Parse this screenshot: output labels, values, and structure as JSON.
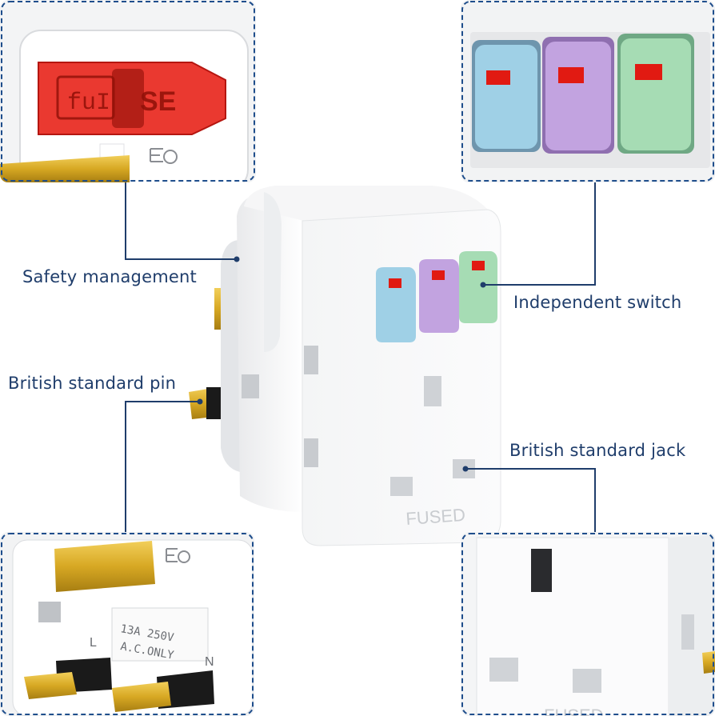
{
  "callouts": {
    "safety": "Safety management",
    "switch": "Independent switch",
    "pin": "British standard pin",
    "jack": "British standard jack"
  },
  "fuse_cover": {
    "left_text": "fuI",
    "right_text": "SE"
  },
  "plug_body": {
    "embossed_text": "FUSED"
  },
  "pin_detail": {
    "rating_text": "13A 250V",
    "ac_text": "A.C.ONLY",
    "live_letter": "L",
    "neutral_letter": "N"
  },
  "jack_detail": {
    "embossed_text": "FUSED"
  },
  "colors": {
    "callout_text": "#1f3d6b",
    "frame_dash": "#1f4e8c",
    "switch_blue": "#9fd0e6",
    "switch_purple": "#c2a3e0",
    "switch_green": "#a6dcb4",
    "fuse_red": "#e8281e",
    "pin_brass": "#d8a923"
  },
  "icons": [
    "bs-kitemark-icon",
    "pin-icon",
    "socket-hole-icon"
  ]
}
